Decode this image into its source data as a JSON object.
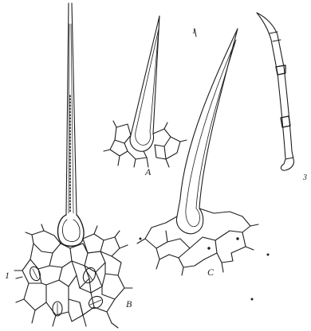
{
  "figure": {
    "labels": {
      "hair_a": "A",
      "hair_b": "B",
      "hair_c": "C",
      "hair_1_left": "1",
      "hair_1_top": "1",
      "hair_3": "3"
    },
    "ink_color": "#1e1e1e",
    "background": "#ffffff"
  }
}
